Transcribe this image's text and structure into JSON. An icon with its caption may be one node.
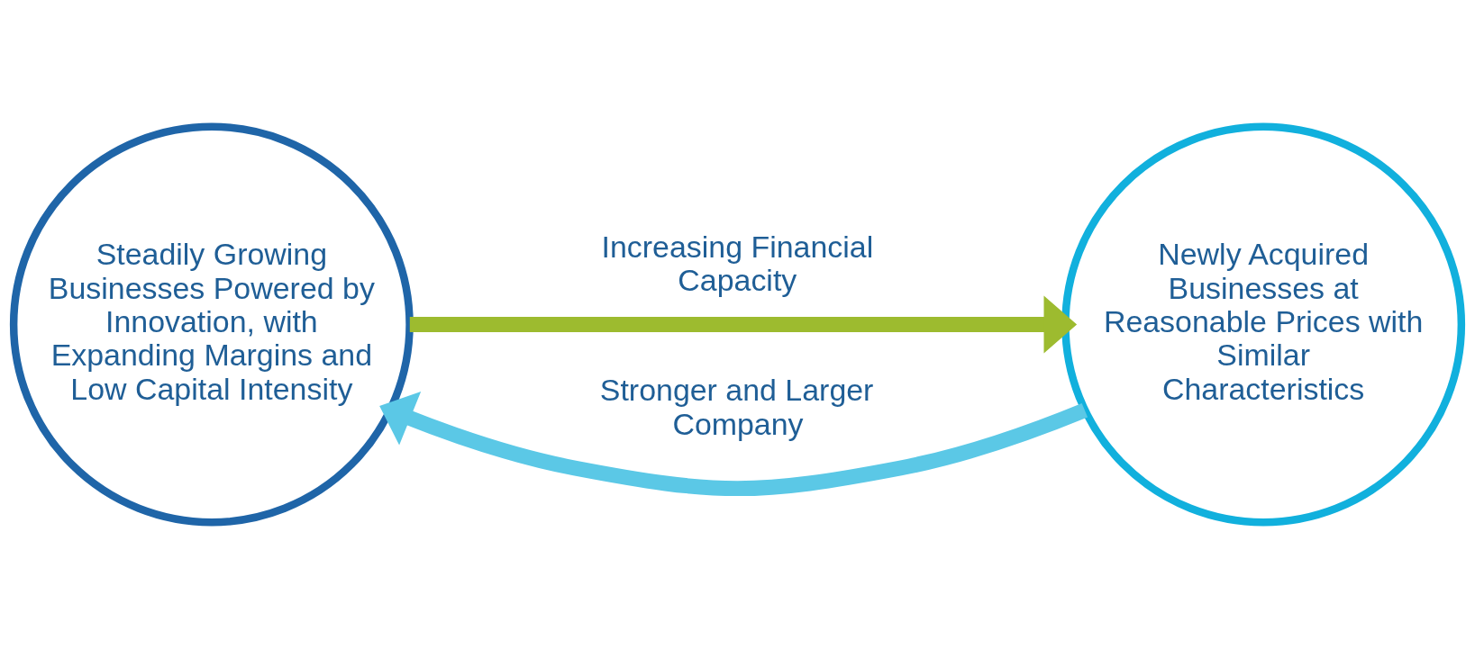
{
  "diagram": {
    "nodes": [
      {
        "text": [
          "Steadily Growing Businesses Powered by Innovation, with Expanding Margins and Low Capital Intensity"
        ]
      },
      {
        "text": [
          "Newly Acquired Businesses at Reasonable Prices with Similar Characteristics"
        ]
      }
    ],
    "edges": [
      {
        "from": 0,
        "to": 1,
        "arrow": "to",
        "label": "Increasing Financial Capacity",
        "color": "#9dbb2f"
      },
      {
        "from": 1,
        "to": 0,
        "arrow": "to",
        "label": "Stronger and Larger Company",
        "color": "#5bc8e6"
      }
    ]
  }
}
